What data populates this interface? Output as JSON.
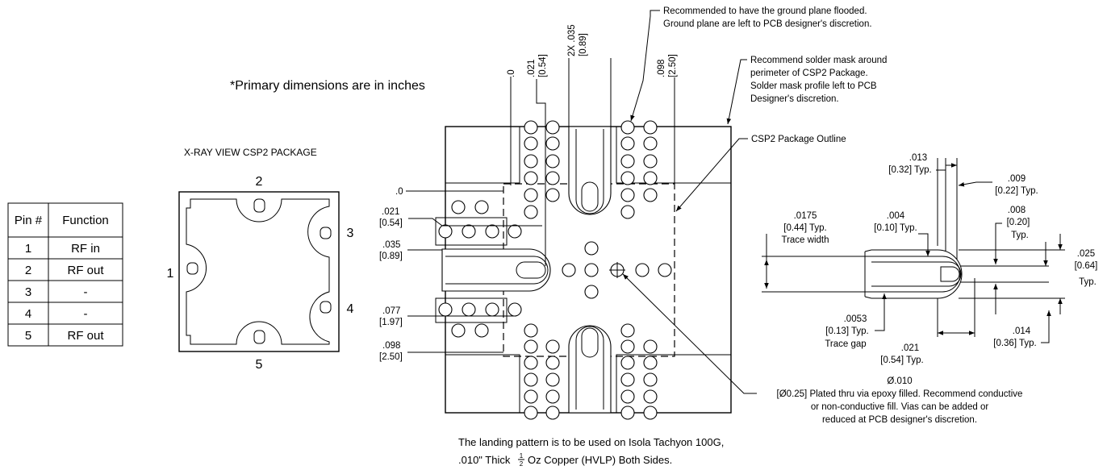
{
  "primary_note": "*Primary dimensions are in inches",
  "xray_title": "X-RAY VIEW CSP2 PACKAGE",
  "pin_table": {
    "headers": [
      "Pin #",
      "Function"
    ],
    "rows": [
      [
        "1",
        "RF in"
      ],
      [
        "2",
        "RF out"
      ],
      [
        "3",
        "-"
      ],
      [
        "4",
        "-"
      ],
      [
        "5",
        "RF out"
      ]
    ]
  },
  "package_pins": {
    "p1": "1",
    "p2": "2",
    "p3": "3",
    "p4": "4",
    "p5": "5"
  },
  "top_dims": {
    "d0": ".0",
    "d021_in": ".021",
    "d021_mm": "[0.54]",
    "d035_in": "2X .035",
    "d035_mm": "[0.89]",
    "d098_in": ".098",
    "d098_mm": "[2.50]"
  },
  "left_dims": {
    "d0": ".0",
    "d021_in": ".021",
    "d021_mm": "[0.54]",
    "d035_in": ".035",
    "d035_mm": "[0.89]",
    "d077_in": ".077",
    "d077_mm": "[1.97]",
    "d098_in": ".098",
    "d098_mm": "[2.50]"
  },
  "notes": {
    "ground_1": "Recommended to have the ground plane flooded.",
    "ground_2": "Ground plane are left to PCB designer's discretion.",
    "mask_1": "Recommend solder mask around",
    "mask_2": "perimeter of CSP2 Package.",
    "mask_3": "Solder mask profile left to PCB",
    "mask_4": "Designer's discretion.",
    "outline": "CSP2 Package Outline",
    "via_1": "Ø.010",
    "via_2": "[Ø0.25] Plated thru via epoxy filled. Recommend conductive",
    "via_3": "or non-conductive fill. Vias can be added or",
    "via_4": "reduced at PCB designer's discretion.",
    "bottom_1": "The landing pattern is to be used on Isola Tachyon 100G,",
    "bottom_2a": ".010\" Thick",
    "bottom_2b": "Oz Copper (HVLP) Both Sides.",
    "frac_num": "1",
    "frac_den": "2"
  },
  "detail_dims": {
    "t013_in": ".013",
    "t013_mm": "[0.32] Typ.",
    "t009_in": ".009",
    "t009_mm": "[0.22] Typ.",
    "t0175_in": ".0175",
    "t0175_mm": "[0.44] Typ.",
    "t0175_lbl": "Trace width",
    "t004_in": ".004",
    "t004_mm": "[0.10] Typ.",
    "t008_in": ".008",
    "t008_mm": "[0.20]",
    "t008_typ": "Typ.",
    "t025_in": ".025",
    "t025_mm": "[0.64]",
    "t025_typ": "Typ.",
    "t0053_in": ".0053",
    "t0053_mm": "[0.13] Typ.",
    "t0053_lbl": "Trace gap",
    "t014_in": ".014",
    "t014_mm": "[0.36] Typ.",
    "t021_in": ".021",
    "t021_mm": "[0.54] Typ."
  }
}
